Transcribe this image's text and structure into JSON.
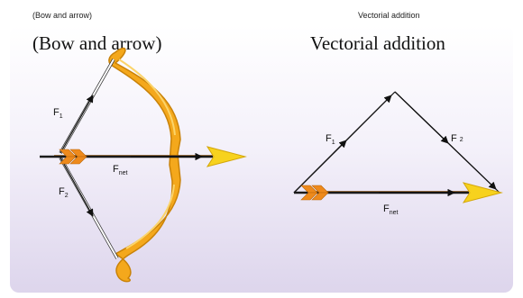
{
  "captions": {
    "left_small": "(Bow and arrow)",
    "right_small": "Vectorial addition",
    "left_title": "(Bow and arrow)",
    "right_title": "Vectorial addition"
  },
  "labels": {
    "f": "F",
    "sub_1": "1",
    "sub_2": "2",
    "sub_net": "net"
  },
  "colors": {
    "bow": "#f4a81c",
    "bow_outline": "#c98208",
    "arrow_head": "#f7d21e",
    "shaft": "#1a1a1a",
    "fletching": "#ee8a1c"
  }
}
